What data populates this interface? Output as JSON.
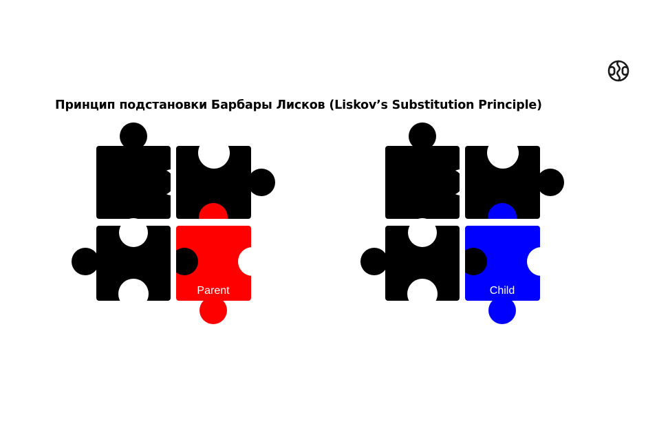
{
  "title": "Принцип подстановки Барбары Лисков (Liskov’s Substitution Principle)",
  "logo": {
    "icon": "brain-icon"
  },
  "puzzles": [
    {
      "label": "Parent",
      "color": "#ff0000"
    },
    {
      "label": "Child",
      "color": "#0000ff"
    }
  ],
  "colors": {
    "piece": "#000000",
    "background": "#ffffff"
  }
}
